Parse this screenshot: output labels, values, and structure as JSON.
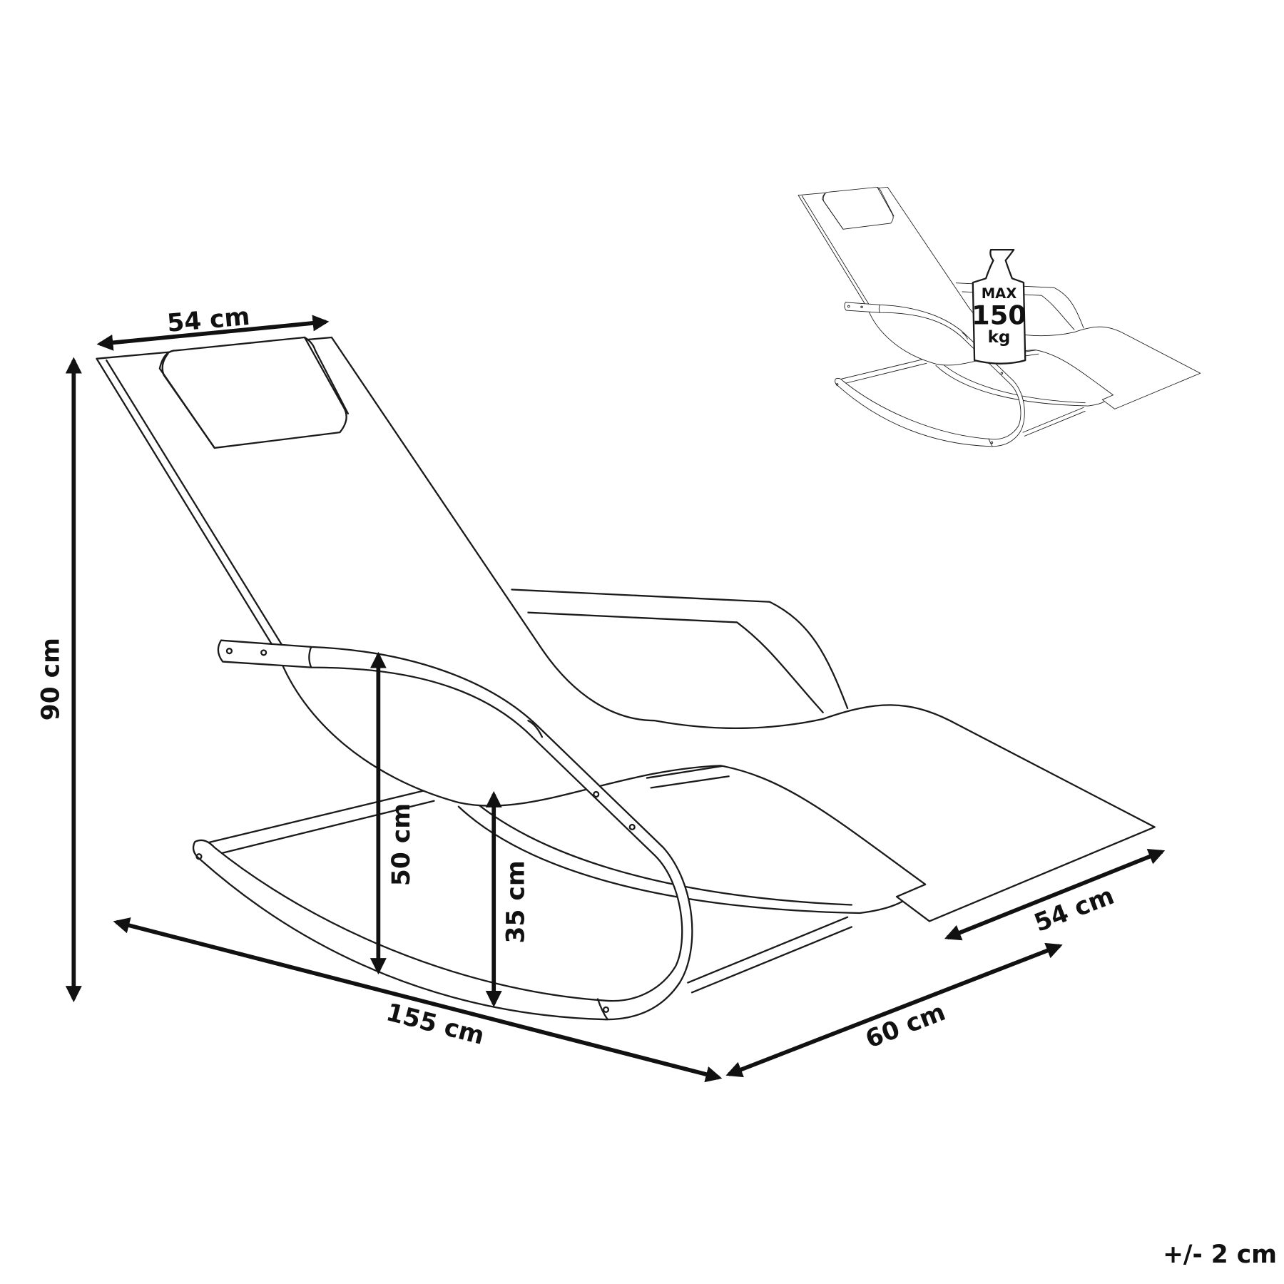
{
  "dimensions": {
    "headrest_width": "54 cm",
    "height": "90 cm",
    "seat_height": "50 cm",
    "base_height": "35 cm",
    "length": "155 cm",
    "base_width": "60 cm",
    "footrest_width": "54 cm"
  },
  "tolerance": "+/- 2 cm",
  "max_load": {
    "line1": "MAX",
    "line2": "150",
    "line3": "kg"
  }
}
